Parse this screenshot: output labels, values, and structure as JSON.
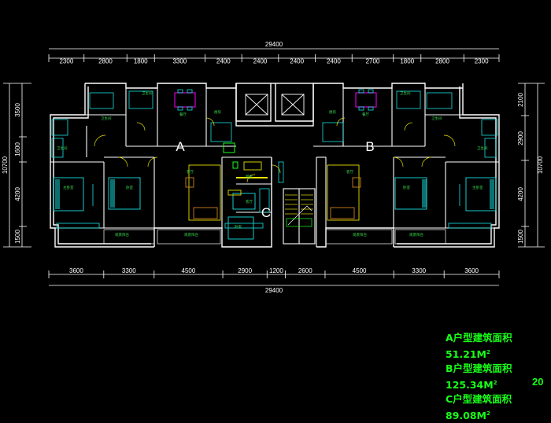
{
  "dims_top_total": "29400",
  "dims_top": [
    "2300",
    "2800",
    "1800",
    "3300",
    "2400",
    "2400",
    "2400",
    "2400",
    "2700",
    "1800",
    "2800",
    "2300"
  ],
  "dims_bottom": [
    "3600",
    "3300",
    "4500",
    "2900",
    "1200",
    "2600",
    "4500",
    "3300",
    "3600"
  ],
  "dims_bottom_total": "29400",
  "dims_left_total": "10700",
  "dims_left": [
    "3500",
    "1600",
    "4200",
    "1500"
  ],
  "dims_right_total": "10700",
  "dims_right": [
    "2100",
    "2900",
    "4200",
    "1500"
  ],
  "unit_labels": [
    "A",
    "B",
    "C"
  ],
  "room_labels": {
    "kitchen": "厨房",
    "dining": "餐厅",
    "living": "客厅",
    "bedroom": "卧室",
    "master_bedroom": "主卧室",
    "bathroom": "卫生间",
    "balcony": "阳台",
    "viewing_balcony": "观景阳台"
  },
  "area_notes": [
    {
      "text": "A户型建筑面积51.21M",
      "sup": "2"
    },
    {
      "text": "B户型建筑面积125.34M",
      "sup": "2"
    },
    {
      "text": "C户型建筑面积89.08M",
      "sup": "2"
    }
  ],
  "page_number": "20",
  "colors": {
    "background": "#000000",
    "walls": "#ffffff",
    "fixtures": "#19e0e0",
    "furniture": "#e8e000",
    "text_green": "#19ff19",
    "magenta": "#d000d0",
    "orange": "#d08020"
  }
}
